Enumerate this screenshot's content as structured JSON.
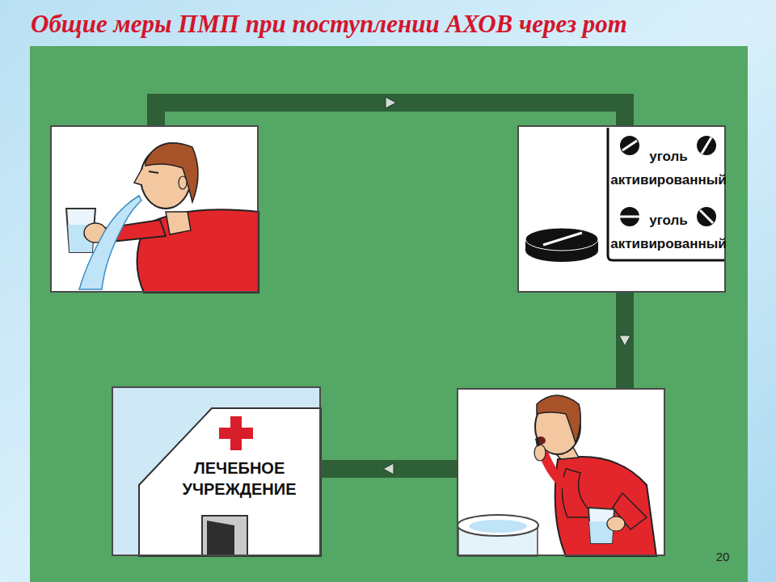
{
  "diagram": {
    "title": "Общие меры ПМП при поступлении АХОВ через рот",
    "nodes": [
      {
        "text": []
      },
      {
        "text": [
          "уголь активированный",
          "уголь активированный"
        ]
      },
      {
        "text": []
      },
      {
        "text": [
          "ЛЕЧЕБНОЕ УЧРЕЖДЕНИЕ"
        ]
      }
    ],
    "edges": [
      {
        "from": 0,
        "to": 1,
        "arrow": "to"
      },
      {
        "from": 1,
        "to": 2,
        "arrow": "to"
      },
      {
        "from": 2,
        "to": 3,
        "arrow": "to"
      }
    ],
    "labels": [
      "20"
    ]
  }
}
